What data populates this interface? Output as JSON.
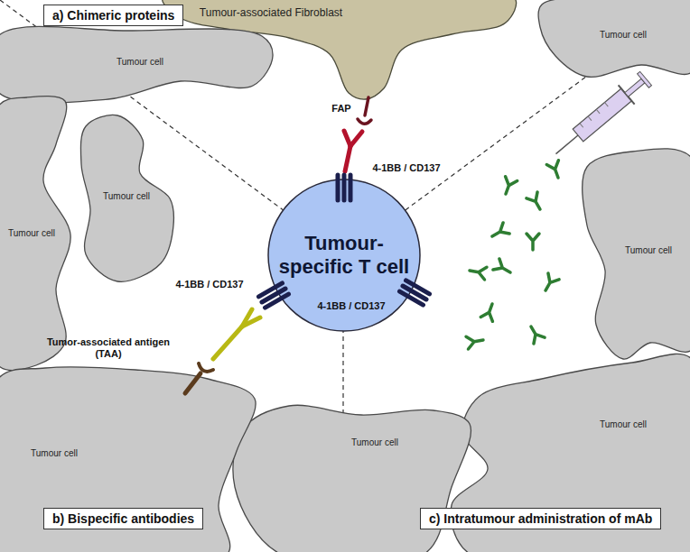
{
  "diagram": {
    "nodes": [
      {
        "text": [
          "Tumour-associated Fibroblast"
        ]
      },
      {
        "text": [
          "a) Chimeric proteins"
        ]
      },
      {
        "text": [
          "Tumour cell"
        ]
      },
      {
        "text": [
          "Tumour cell"
        ]
      },
      {
        "text": [
          "Tumour cell"
        ]
      },
      {
        "text": [
          "Tumour cell"
        ]
      },
      {
        "text": [
          "Tumour-specific T cell"
        ]
      },
      {
        "text": [
          "Tumour cell"
        ]
      },
      {
        "text": [
          "Tumour cell"
        ]
      },
      {
        "text": [
          "Tumour cell"
        ]
      },
      {
        "text": [
          "Tumour cell"
        ]
      },
      {
        "text": [
          "b) Bispecific antibodies"
        ]
      },
      {
        "text": [
          "c) Intratumour administration of mAb"
        ]
      }
    ],
    "labels": [
      "FAP",
      "4-1BB / CD137",
      "4-1BB / CD137",
      "4-1BB / CD137",
      "Tumor-associated antigen (TAA)"
    ]
  }
}
